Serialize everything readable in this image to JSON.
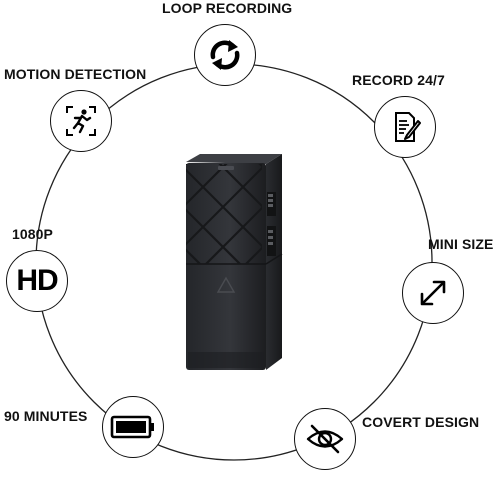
{
  "features": {
    "loop_recording": {
      "label": "LOOP RECORDING",
      "icon": "loop-arrows-icon"
    },
    "motion_detection": {
      "label": "MOTION DETECTION",
      "icon": "running-person-icon"
    },
    "record_24_7": {
      "label": "RECORD 24/7",
      "icon": "document-pen-icon"
    },
    "resolution": {
      "label": "1080P",
      "badge": "HD",
      "icon": "hd-icon"
    },
    "mini_size": {
      "label": "MINI SIZE",
      "icon": "diagonal-arrows-icon"
    },
    "battery": {
      "label": "90 MINUTES",
      "icon": "battery-full-icon"
    },
    "covert_design": {
      "label": "COVERT DESIGN",
      "icon": "eye-slash-icon"
    }
  },
  "colors": {
    "text": "#111111",
    "icon_stroke": "#111111",
    "device_body": "#2b2d31",
    "background": "#ffffff"
  }
}
